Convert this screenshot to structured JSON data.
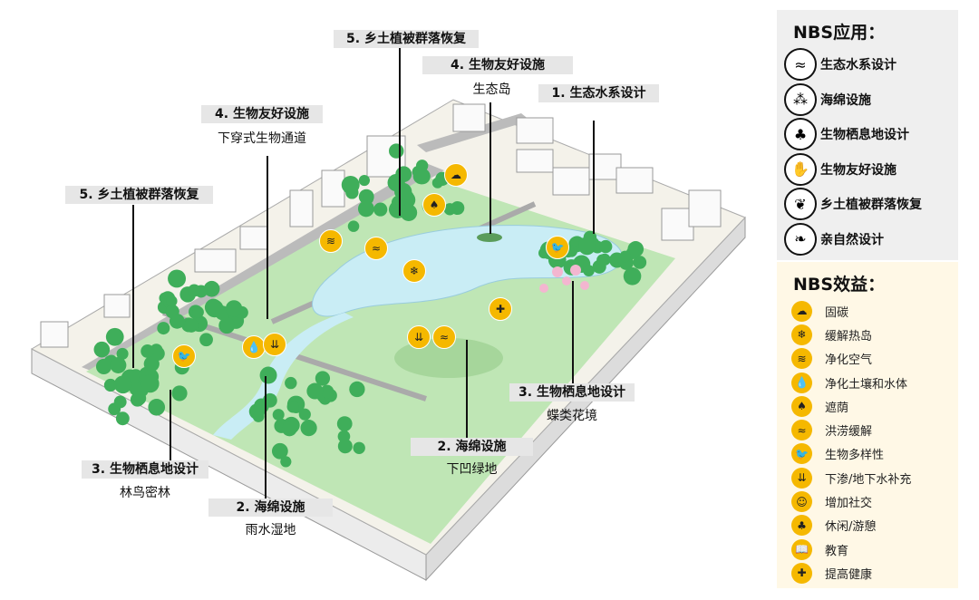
{
  "callouts": [
    {
      "title": "5. 乡土植被群落恢复",
      "sub": ""
    },
    {
      "title": "4. 生物友好设施",
      "sub": "生态岛"
    },
    {
      "title": "1. 生态水系设计",
      "sub": ""
    },
    {
      "title": "4. 生物友好设施",
      "sub": "下穿式生物通道"
    },
    {
      "title": "5. 乡土植被群落恢复",
      "sub": ""
    },
    {
      "title": "3. 生物栖息地设计",
      "sub": "蝶类花境"
    },
    {
      "title": "2. 海绵设施",
      "sub": "下凹绿地"
    },
    {
      "title": "3. 生物栖息地设计",
      "sub": "林鸟密林"
    },
    {
      "title": "2. 海绵设施",
      "sub": "雨水湿地"
    }
  ],
  "applications": {
    "heading": "NBS应用：",
    "items": [
      {
        "label": "生态水系设计",
        "icon": "water-system-icon",
        "glyph": "≈"
      },
      {
        "label": "海绵设施",
        "icon": "sponge-grass-icon",
        "glyph": "⁂"
      },
      {
        "label": "生物栖息地设计",
        "icon": "habitat-icon",
        "glyph": "♣"
      },
      {
        "label": "生物友好设施",
        "icon": "bird-hand-icon",
        "glyph": "✋"
      },
      {
        "label": "乡土植被群落恢复",
        "icon": "sprout-icon",
        "glyph": "❦"
      },
      {
        "label": "亲自然设计",
        "icon": "leaf-hand-icon",
        "glyph": "❧"
      }
    ]
  },
  "benefits": {
    "heading": "NBS效益：",
    "items": [
      {
        "label": "固碳",
        "icon": "co2-cloud-icon",
        "glyph": "☁"
      },
      {
        "label": "缓解热岛",
        "icon": "snowflake-icon",
        "glyph": "❄"
      },
      {
        "label": "净化空气",
        "icon": "wind-icon",
        "glyph": "≋"
      },
      {
        "label": "净化土壤和水体",
        "icon": "water-drop-icon",
        "glyph": "💧"
      },
      {
        "label": "遮荫",
        "icon": "shade-tree-icon",
        "glyph": "♠"
      },
      {
        "label": "洪涝缓解",
        "icon": "flood-icon",
        "glyph": "≈"
      },
      {
        "label": "生物多样性",
        "icon": "bird-icon",
        "glyph": "🐦"
      },
      {
        "label": "下渗/地下水补充",
        "icon": "infiltration-icon",
        "glyph": "⇊"
      },
      {
        "label": "增加社交",
        "icon": "people-icon",
        "glyph": "☺"
      },
      {
        "label": "休闲/游憩",
        "icon": "bench-icon",
        "glyph": "♣"
      },
      {
        "label": "教育",
        "icon": "book-icon",
        "glyph": "📖"
      },
      {
        "label": "提高健康",
        "icon": "health-plus-icon",
        "glyph": "✚"
      }
    ]
  },
  "colors": {
    "accent": "#f5b800",
    "park": "#b9e3b0",
    "tree": "#3fae5a",
    "water": "#c8ecf4",
    "road": "#b4b4b4"
  }
}
